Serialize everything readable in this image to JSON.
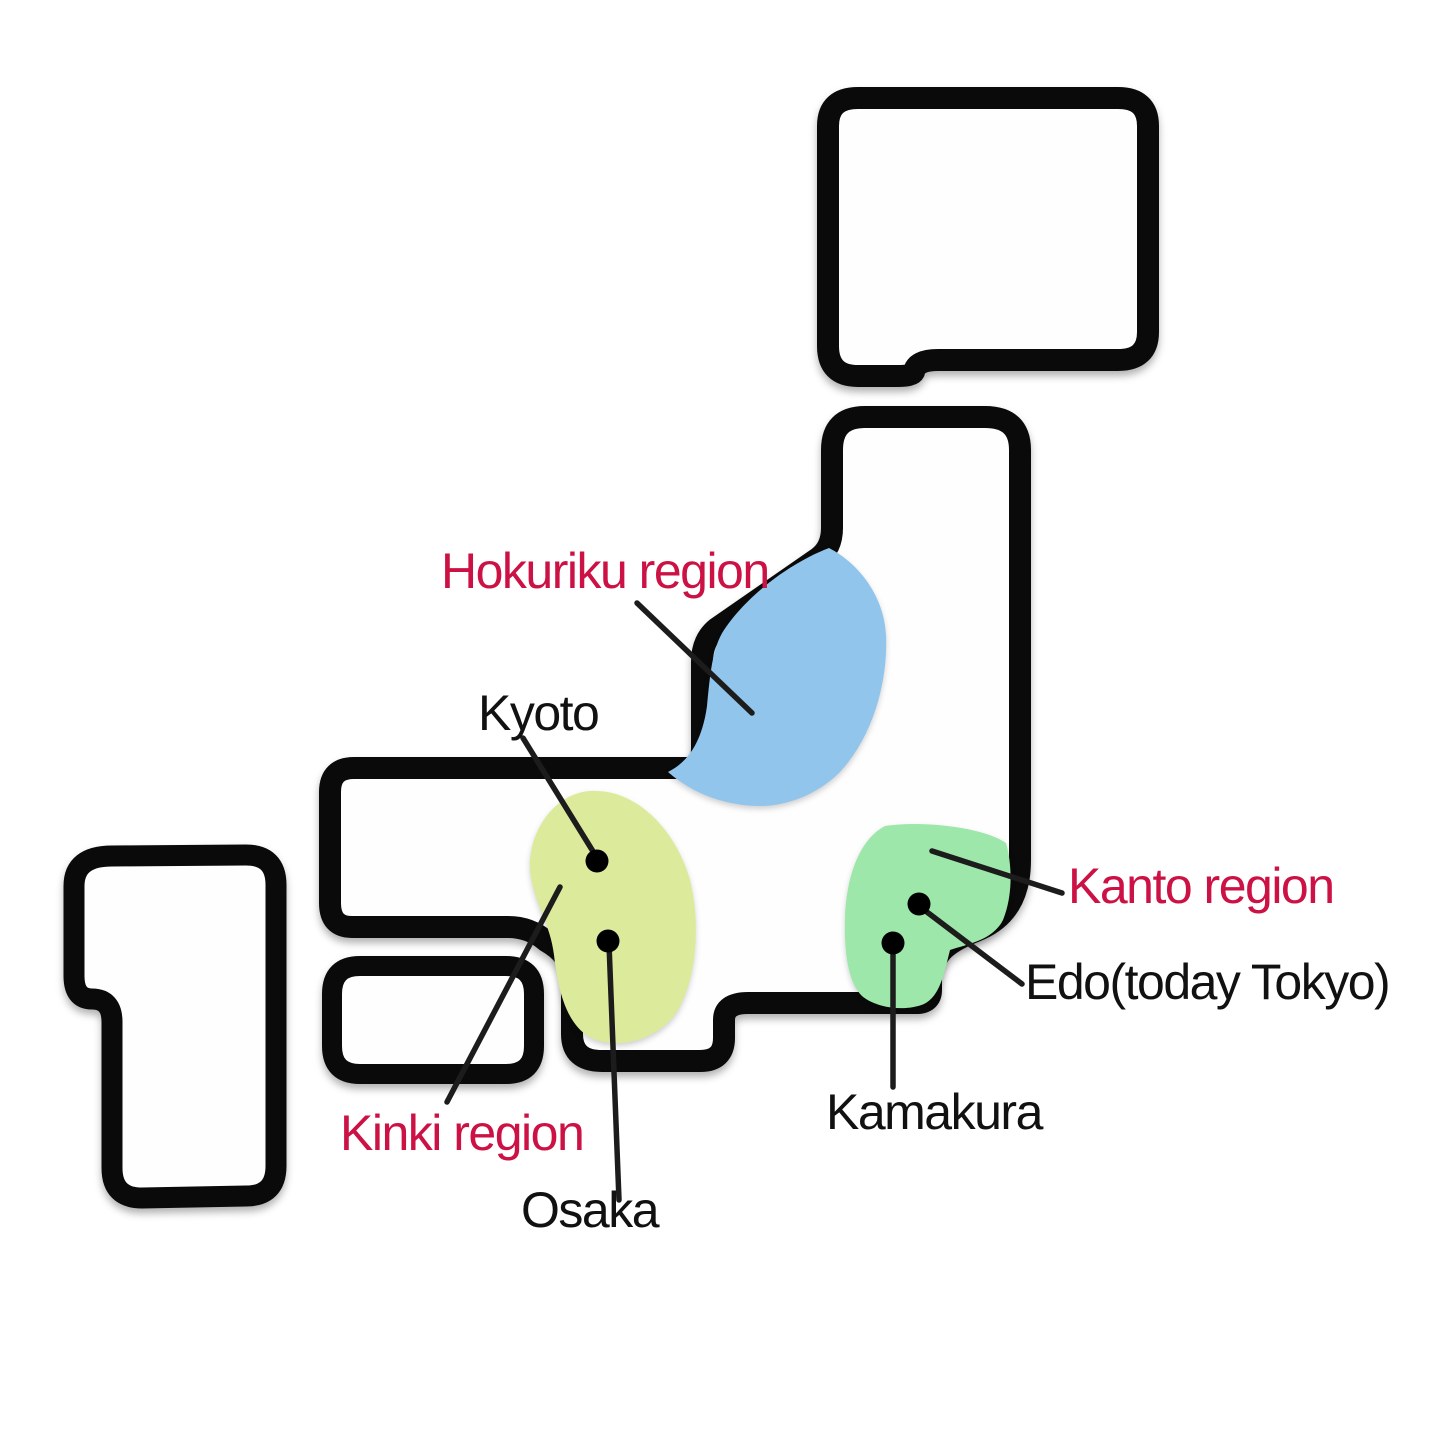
{
  "regions": {
    "hokuriku": {
      "label": "Hokuriku region",
      "color": "#92c5eb"
    },
    "kinki": {
      "label": "Kinki region",
      "color": "#dcea9c"
    },
    "kanto": {
      "label": "Kanto region",
      "color": "#9ce7a9"
    }
  },
  "cities": {
    "kyoto": {
      "label": "Kyoto"
    },
    "osaka": {
      "label": "Osaka"
    },
    "edo": {
      "label": "Edo(today Tokyo)"
    },
    "kamakura": {
      "label": "Kamakura"
    }
  },
  "colors": {
    "background": "#ffffff",
    "island_fill": "#fefefe",
    "outline": "#0a0a0a",
    "leader_line": "#1c1c1c",
    "city_dot": "#000000",
    "region_label": "#cc1144",
    "city_label": "#111111"
  }
}
